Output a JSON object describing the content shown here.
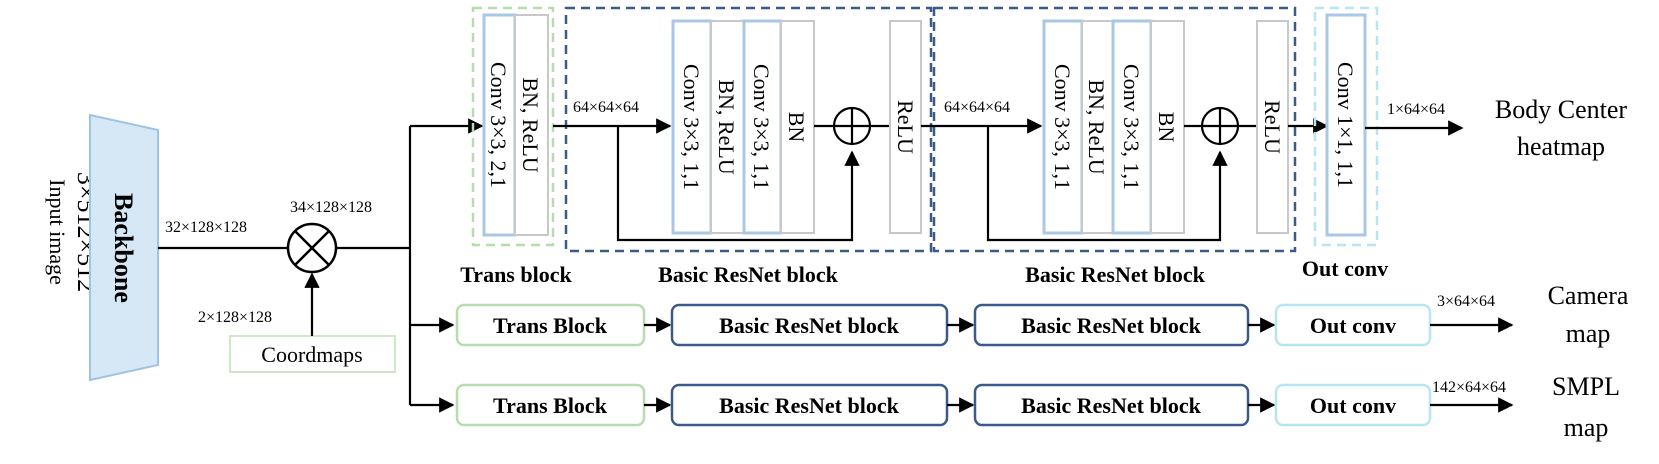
{
  "input": {
    "label": "Input image",
    "dims": "3×512×512"
  },
  "backbone": {
    "label": "Backbone"
  },
  "coordmaps": {
    "label": "Coordmaps",
    "dims": "2×128×128"
  },
  "edges": {
    "backbone_out": "32×128×128",
    "concat_out": "34×128×128",
    "trans_out": "64×64×64",
    "resnet1_out": "64×64×64",
    "center_out": "1×64×64",
    "camera_out": "3×64×64",
    "smpl_out": "142×64×64"
  },
  "top_branch": {
    "trans_block": {
      "title": "Trans block",
      "layers": [
        "Conv 3×3, 2,1",
        "BN, ReLU"
      ]
    },
    "resnet_block_1": {
      "title": "Basic ResNet block",
      "layers": [
        "Conv 3×3, 1,1",
        "BN, ReLU",
        "Conv 3×3, 1,1",
        "BN",
        "ReLU"
      ]
    },
    "resnet_block_2": {
      "title": "Basic ResNet block",
      "layers": [
        "Conv 3×3, 1,1",
        "BN, ReLU",
        "Conv 3×3, 1,1",
        "BN",
        "ReLU"
      ]
    },
    "out_conv": {
      "title": "Out conv",
      "layers": [
        "Conv 1×1, 1,1"
      ]
    },
    "output": [
      "Body Center",
      "heatmap"
    ]
  },
  "camera_branch": {
    "blocks": [
      "Trans Block",
      "Basic ResNet block",
      "Basic ResNet block",
      "Out conv"
    ],
    "output": [
      "Camera",
      "map"
    ]
  },
  "smpl_branch": {
    "blocks": [
      "Trans Block",
      "Basic ResNet block",
      "Basic ResNet block",
      "Out conv"
    ],
    "output": [
      "SMPL",
      "map"
    ]
  },
  "colors": {
    "trans_green": "#b8dcae",
    "resnet_navy": "#3b5a8c",
    "outconv_cyan": "#b7e6f0",
    "conv_blue": "#a9c8e6",
    "layer_gray": "#c8c8c8",
    "backbone_fill": "#d6e7f5",
    "backbone_stroke": "#9fc3e2"
  }
}
